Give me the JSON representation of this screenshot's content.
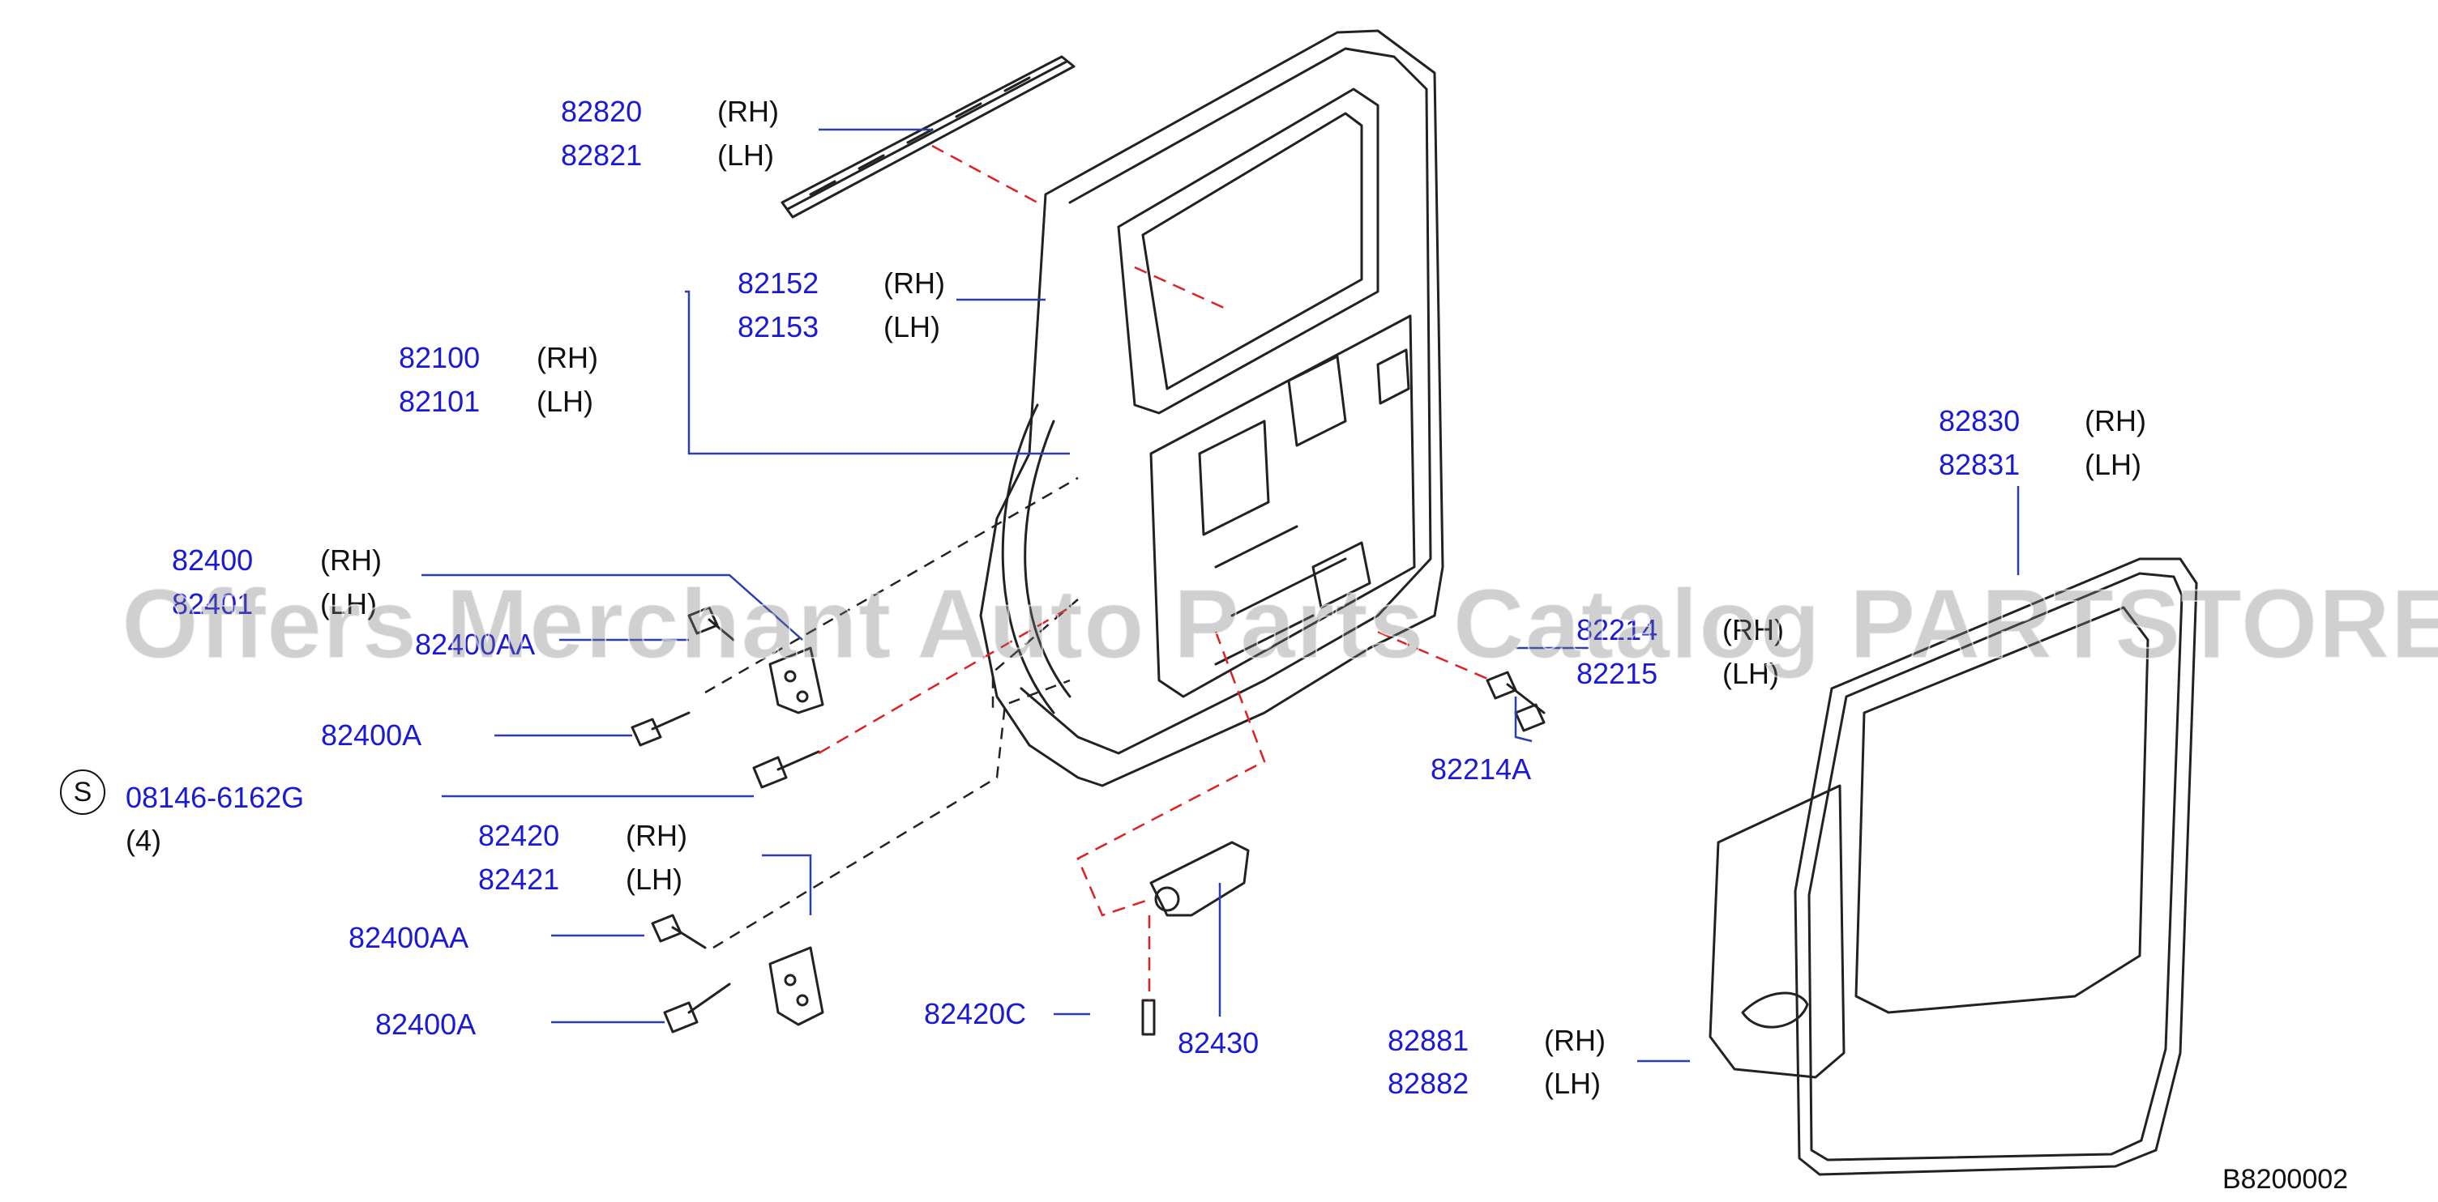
{
  "diagram": {
    "ref_code": "B8200002",
    "watermark": "Offers Merchant Auto Parts Catalog PARTSTORE.SA",
    "s_symbol": "S",
    "colors": {
      "part_number": "#1a1ad6",
      "leader": "#2b3fb0",
      "dashed_red": "#e02020",
      "outline": "#222222"
    },
    "labels": {
      "p82820": "82820",
      "p82820_side": "(RH)",
      "p82821": "82821",
      "p82821_side": "(LH)",
      "p82152": "82152",
      "p82152_side": "(RH)",
      "p82153": "82153",
      "p82153_side": "(LH)",
      "p82100": "82100",
      "p82100_side": "(RH)",
      "p82101": "82101",
      "p82101_side": "(LH)",
      "p82830": "82830",
      "p82830_side": "(RH)",
      "p82831": "82831",
      "p82831_side": "(LH)",
      "p82400": "82400",
      "p82400_side": "(RH)",
      "p82401": "82401",
      "p82401_side": "(LH)",
      "p82400AA_top": "82400AA",
      "p82214": "82214",
      "p82214_side": "(RH)",
      "p82215": "82215",
      "p82215_side": "(LH)",
      "p82400A_top": "82400A",
      "p82214A": "82214A",
      "p08146": "08146-6162G",
      "p08146_qty": "(4)",
      "p82420": "82420",
      "p82420_side": "(RH)",
      "p82421": "82421",
      "p82421_side": "(LH)",
      "p82400AA_bottom": "82400AA",
      "p82420C": "82420C",
      "p82400A_bottom": "82400A",
      "p82430": "82430",
      "p82881": "82881",
      "p82881_side": "(RH)",
      "p82882": "82882",
      "p82882_side": "(LH)"
    }
  }
}
